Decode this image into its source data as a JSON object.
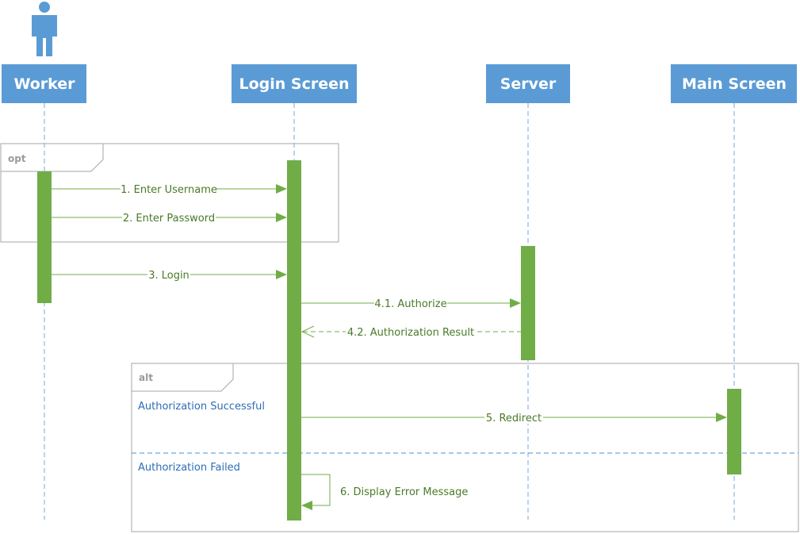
{
  "colors": {
    "participant_fill": "#5b9bd5",
    "activation": "#70ad47",
    "message": "#70ad47",
    "message_text": "#4a7a28",
    "lifeline": "#6fa8dc",
    "frame_border": "#a6a6a6",
    "frame_label": "#9a9a9a",
    "guard_text": "#2e6db4",
    "actor": "#5b9bd5"
  },
  "actor_icon": "person-icon",
  "participants": [
    {
      "id": "worker",
      "name": "Worker"
    },
    {
      "id": "login",
      "name": "Login Screen"
    },
    {
      "id": "server",
      "name": "Server"
    },
    {
      "id": "main",
      "name": "Main Screen"
    }
  ],
  "frames": {
    "opt": {
      "label": "opt"
    },
    "alt": {
      "label": "alt",
      "guards": [
        "Authorization Successful",
        "Authorization Failed"
      ]
    }
  },
  "messages": [
    {
      "id": "m1",
      "label": "1. Enter Username",
      "from": "worker",
      "to": "login",
      "kind": "sync"
    },
    {
      "id": "m2",
      "label": "2. Enter Password",
      "from": "worker",
      "to": "login",
      "kind": "sync"
    },
    {
      "id": "m3",
      "label": "3. Login",
      "from": "worker",
      "to": "login",
      "kind": "sync"
    },
    {
      "id": "m41",
      "label": "4.1. Authorize",
      "from": "login",
      "to": "server",
      "kind": "sync"
    },
    {
      "id": "m42",
      "label": "4.2. Authorization Result",
      "from": "server",
      "to": "login",
      "kind": "return"
    },
    {
      "id": "m5",
      "label": "5. Redirect",
      "from": "login",
      "to": "main",
      "kind": "sync"
    },
    {
      "id": "m6",
      "label": "6. Display Error Message",
      "from": "login",
      "to": "login",
      "kind": "self"
    }
  ]
}
